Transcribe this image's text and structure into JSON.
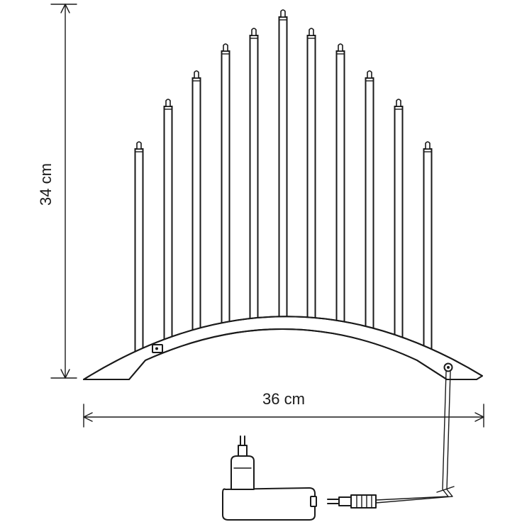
{
  "dimensions": {
    "height_label": "34 cm",
    "width_label": "36 cm"
  },
  "product": {
    "candle_count": 11
  },
  "colors": {
    "line": "#1a1a1a",
    "background": "#ffffff"
  }
}
